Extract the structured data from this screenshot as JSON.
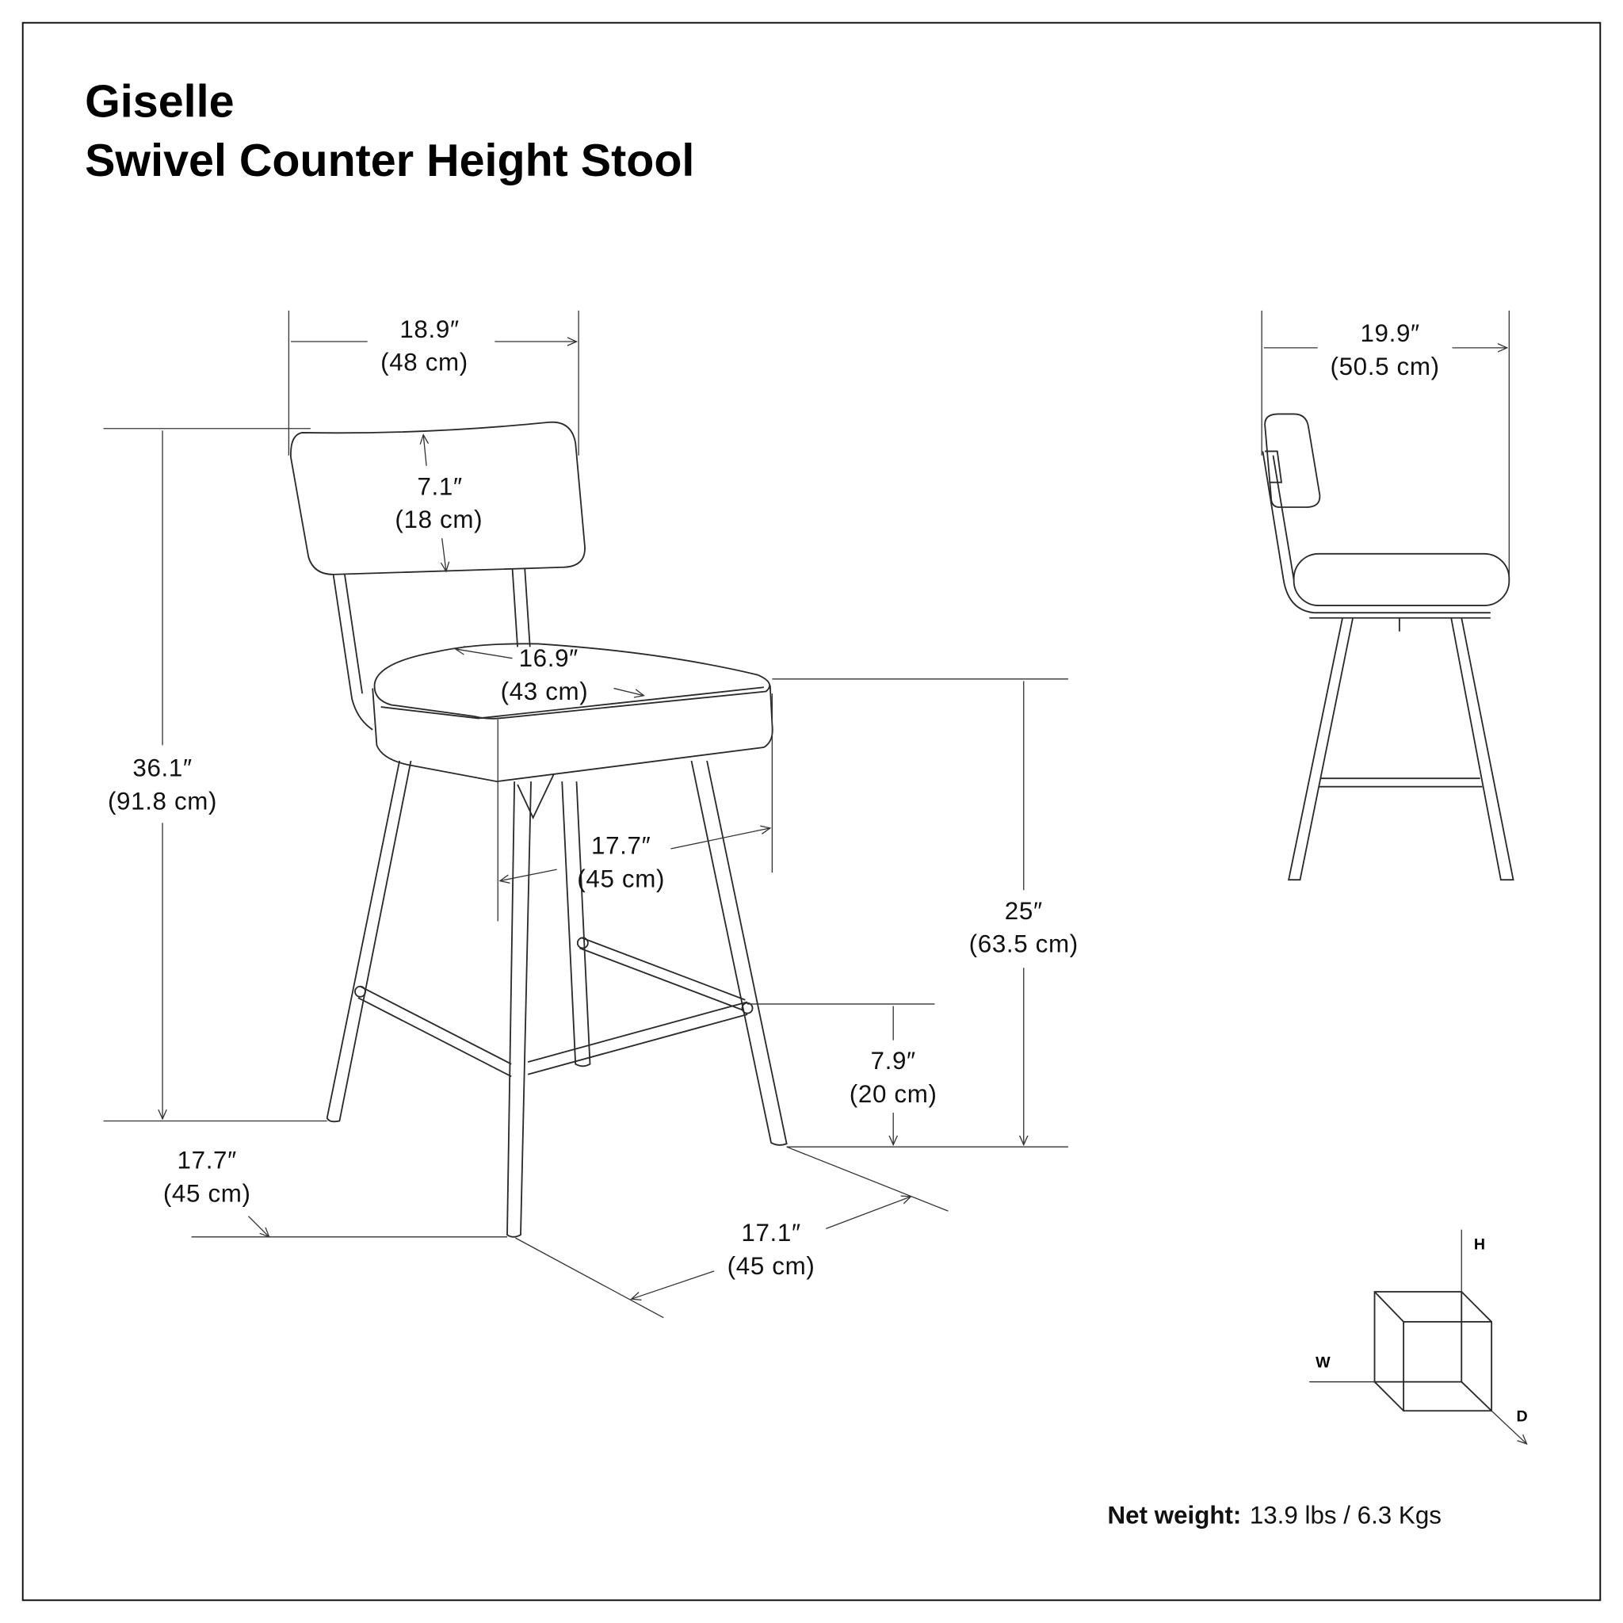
{
  "title": {
    "line1": "Giselle",
    "line2": "Swivel Counter Height Stool"
  },
  "front_view": {
    "overall_width": {
      "in": "18.9″",
      "cm": "(48 cm)"
    },
    "back_height": {
      "in": "7.1″",
      "cm": "(18 cm)"
    },
    "seat_width": {
      "in": "16.9″",
      "cm": "(43 cm)"
    },
    "overall_height": {
      "in": "36.1″",
      "cm": "(91.8 cm)"
    },
    "seat_depth": {
      "in": "17.7″",
      "cm": "(45 cm)"
    },
    "seat_height": {
      "in": "25″",
      "cm": "(63.5 cm)"
    },
    "footrest_height": {
      "in": "7.9″",
      "cm": "(20 cm)"
    },
    "base_width": {
      "in": "17.7″",
      "cm": "(45 cm)"
    },
    "base_depth": {
      "in": "17.1″",
      "cm": "(45 cm)"
    }
  },
  "side_view": {
    "overall_depth": {
      "in": "19.9″",
      "cm": "(50.5 cm)"
    }
  },
  "axes_icon": {
    "h": "H",
    "w": "W",
    "d": "D"
  },
  "net_weight": {
    "label": "Net weight:",
    "value": "13.9 lbs / 6.3 Kgs"
  }
}
